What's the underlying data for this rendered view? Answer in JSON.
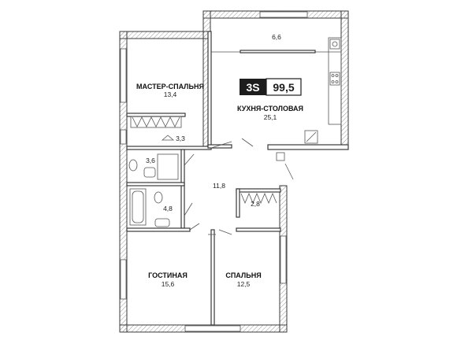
{
  "badge": {
    "type": "3S",
    "total_area": "99,5"
  },
  "rooms": {
    "balcony": {
      "area": "6,6"
    },
    "master_bedroom": {
      "name": "МАСТЕР-СПАЛЬНЯ",
      "area": "13,4"
    },
    "kitchen": {
      "name": "КУХНЯ-СТОЛОВАЯ",
      "area": "25,1"
    },
    "wardrobe": {
      "area": "3,3"
    },
    "bathroom_1": {
      "area": "3,6"
    },
    "hall": {
      "area": "11,8"
    },
    "closet": {
      "area": "2,8"
    },
    "bathroom_2": {
      "area": "4,8"
    },
    "living_room": {
      "name": "ГОСТИНАЯ",
      "area": "15,6"
    },
    "bedroom": {
      "name": "СПАЛЬНЯ",
      "area": "12,5"
    }
  },
  "colors": {
    "badge_dark": "#1d1d1d",
    "wall": "#3a3a3a"
  }
}
